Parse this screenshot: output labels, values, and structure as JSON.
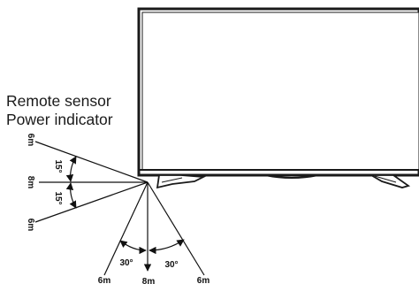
{
  "labels": {
    "remote_sensor": "Remote sensor",
    "power_indicator": "Power indicator"
  },
  "horizontal_range": {
    "upper_distance": "6m",
    "center_distance": "8m",
    "lower_distance": "6m",
    "upper_angle": "15°",
    "lower_angle": "15°"
  },
  "vertical_range": {
    "left_distance": "6m",
    "center_distance": "8m",
    "right_distance": "6m",
    "left_angle": "30°",
    "right_angle": "30°"
  },
  "colors": {
    "line": "#111111",
    "tv_frame": "#1a1a1a",
    "screen": "#ffffff"
  }
}
